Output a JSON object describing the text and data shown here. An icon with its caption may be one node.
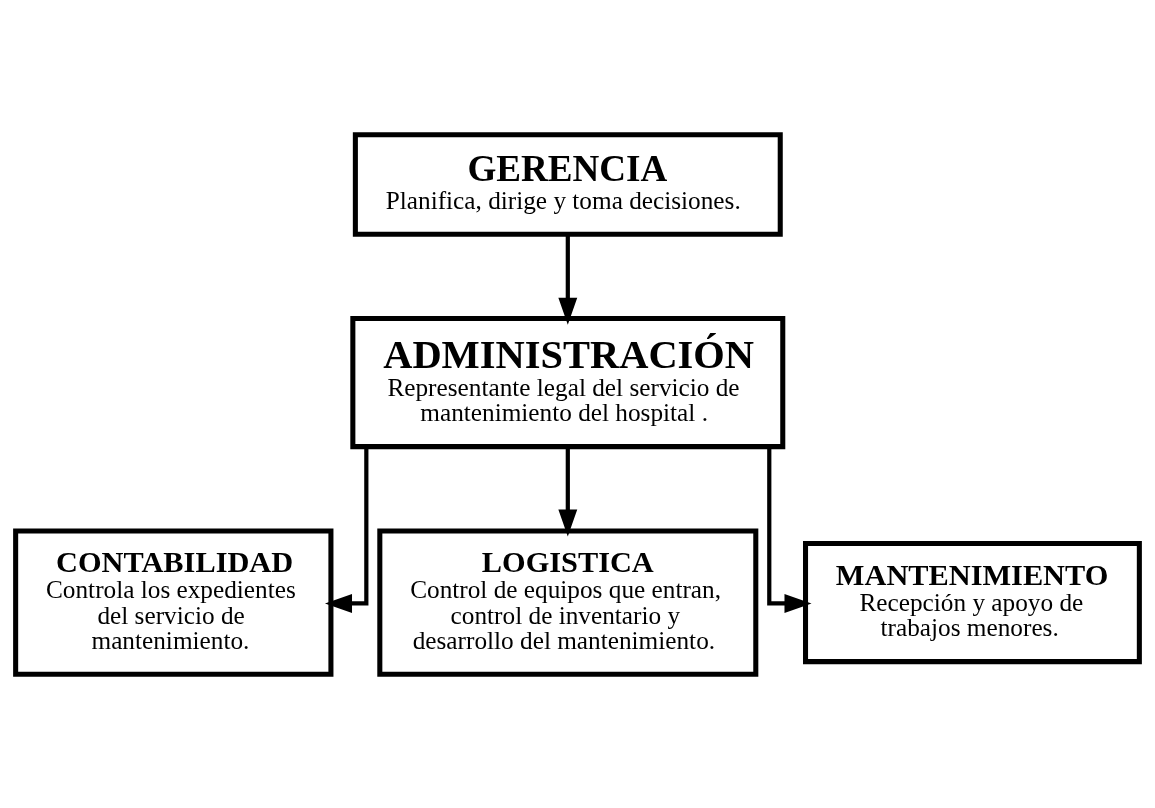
{
  "diagram": {
    "nodes": [
      {
        "text": [
          "GERENCIA",
          "Planifica, dirige y toma decisiones."
        ]
      },
      {
        "text": [
          "ADMINISTRACIÓN",
          "Representante legal del servicio de mantenimiento del hospital ."
        ]
      },
      {
        "text": [
          "CONTABILIDAD",
          "Controla los expedientes del servicio de mantenimiento."
        ]
      },
      {
        "text": [
          "LOGISTICA",
          "Control de equipos que entran, control de inventario y desarrollo del mantenimiento."
        ]
      },
      {
        "text": [
          "MANTENIMIENTO",
          "Recepción y apoyo de trabajos menores."
        ]
      }
    ],
    "edges": [
      {
        "from": 0,
        "to": 1,
        "arrow": "to"
      },
      {
        "from": 1,
        "to": 2,
        "arrow": "to"
      },
      {
        "from": 1,
        "to": 3,
        "arrow": "to"
      },
      {
        "from": 1,
        "to": 4,
        "arrow": "to"
      }
    ]
  }
}
